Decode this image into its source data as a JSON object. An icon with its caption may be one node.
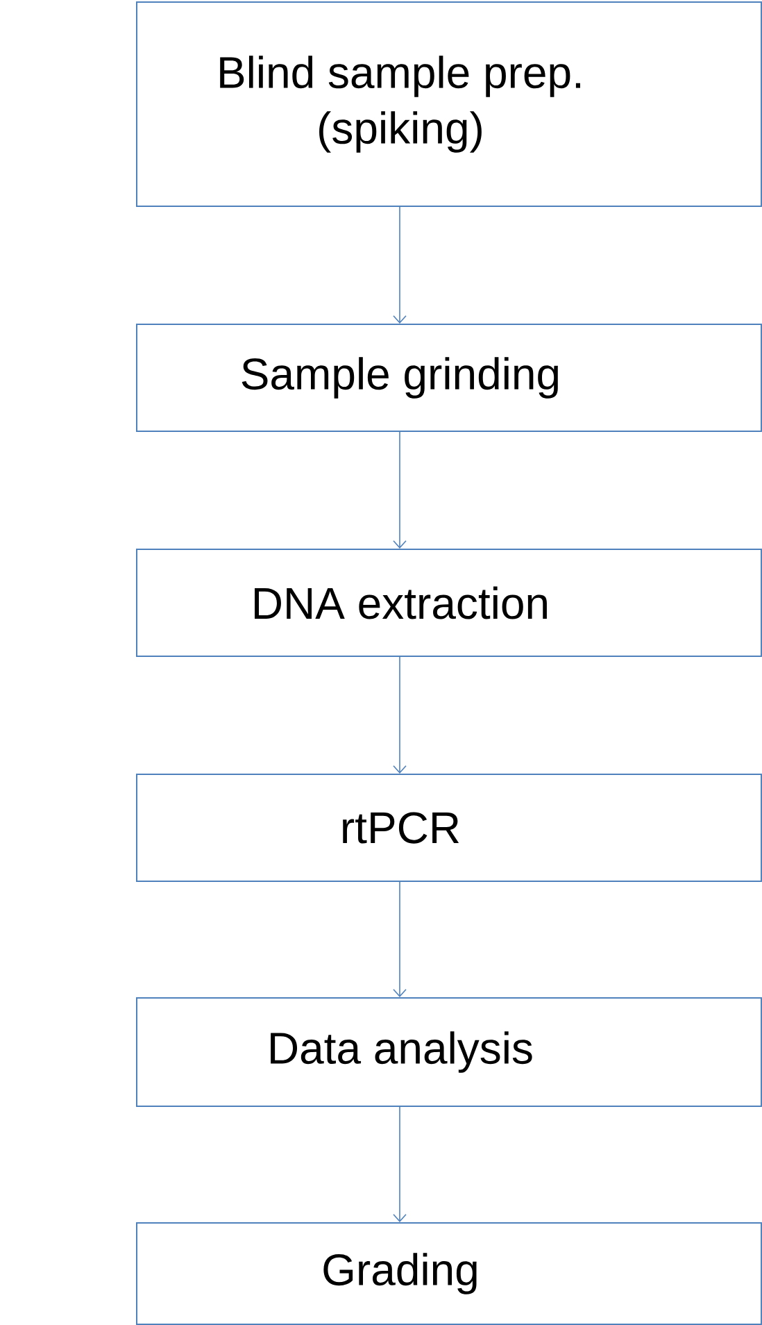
{
  "diagram": {
    "nodes": [
      {
        "text": [
          "Blind sample prep. (spiking)"
        ]
      },
      {
        "text": [
          "Sample grinding"
        ]
      },
      {
        "text": [
          "DNA extraction"
        ]
      },
      {
        "text": [
          "rtPCR"
        ]
      },
      {
        "text": [
          "Data analysis"
        ]
      },
      {
        "text": [
          "Grading"
        ]
      }
    ],
    "edges": [
      {
        "from": 0,
        "to": 1,
        "arrow": "to"
      },
      {
        "from": 1,
        "to": 2,
        "arrow": "to"
      },
      {
        "from": 2,
        "to": 3,
        "arrow": "to"
      },
      {
        "from": 3,
        "to": 4,
        "arrow": "to"
      },
      {
        "from": 4,
        "to": 5,
        "arrow": "to"
      }
    ]
  }
}
